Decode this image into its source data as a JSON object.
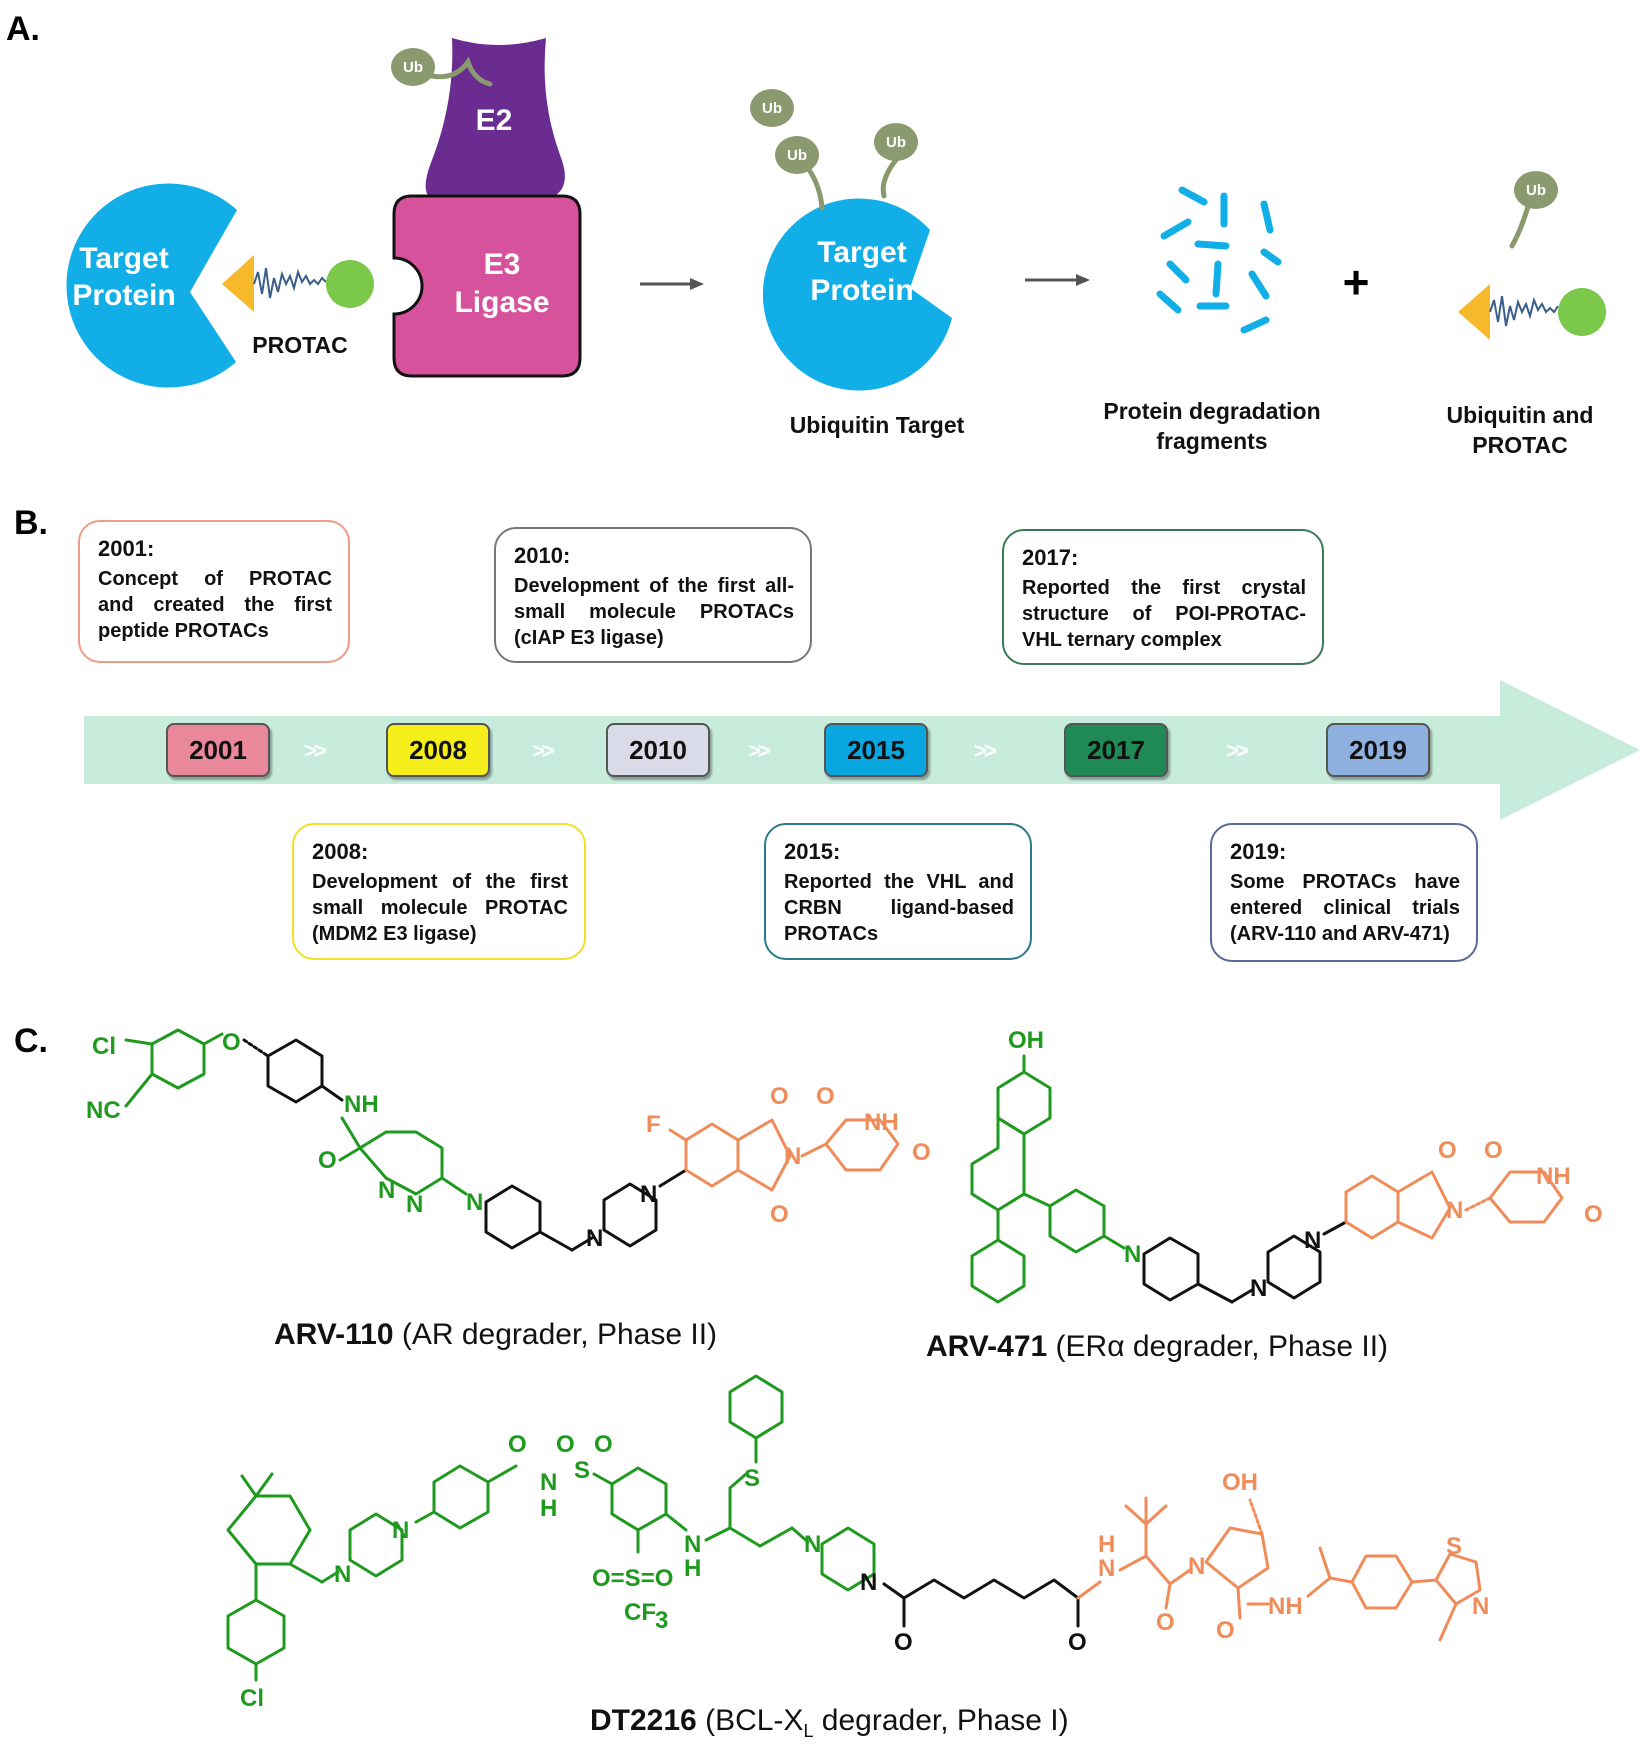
{
  "panels": {
    "a": "A.",
    "b": "B.",
    "c": "C."
  },
  "mechanism": {
    "target_protein": [
      "Target",
      "Protein"
    ],
    "protac_label": "PROTAC",
    "e2_label": "E2",
    "e3_label": [
      "E3",
      "Ligase"
    ],
    "ub": "Ub",
    "plus": "+",
    "ubiquitin_target": "Ubiquitin Target",
    "fragments_label": [
      "Protein degradation",
      "fragments"
    ],
    "ubiquitin_protac_label": [
      "Ubiquitin and",
      "PROTAC"
    ],
    "colors": {
      "target": "#12aee8",
      "e3": "#d6529c",
      "e2": "#6b2c91",
      "ub": "#8a9a6e",
      "warhead": "#f7b92c",
      "ligand": "#7cc84a",
      "fragment": "#12aee8"
    }
  },
  "timeline": {
    "years": [
      {
        "label": "2001",
        "color": "#e8889a"
      },
      {
        "label": "2008",
        "color": "#f5ee1a"
      },
      {
        "label": "2010",
        "color": "#d9dce8"
      },
      {
        "label": "2015",
        "color": "#0aa6e0"
      },
      {
        "label": "2017",
        "color": "#1f8a55"
      },
      {
        "label": "2019",
        "color": "#8eb0df"
      }
    ],
    "separator": ">>",
    "arrow_color": "#c8ecdc",
    "events": [
      {
        "year": "2001:",
        "text": "Concept of PROTAC and created the first peptide PROTACs",
        "border": "#ef9a8a"
      },
      {
        "year": "2010:",
        "text": "Development of the first all-small molecule PROTACs (cIAP E3 ligase)",
        "border": "#777777"
      },
      {
        "year": "2017:",
        "text": "Reported the first crystal structure of POI-PROTAC-VHL ternary complex",
        "border": "#3a7a55"
      },
      {
        "year": "2008:",
        "text": "Development of the first small molecule PROTAC (MDM2 E3 ligase)",
        "border": "#f0e02a"
      },
      {
        "year": "2015:",
        "text": "Reported the VHL and CRBN ligand-based PROTACs",
        "border": "#2a7a8a"
      },
      {
        "year": "2019:",
        "text": "Some PROTACs have entered clinical trials (ARV-110 and ARV-471)",
        "border": "#5a6a9a"
      }
    ]
  },
  "compounds": [
    {
      "name": "ARV-110",
      "desc": "(AR degrader, Phase II)"
    },
    {
      "name": "ARV-471",
      "desc": "(ERα degrader, Phase II)"
    },
    {
      "name": "DT2216",
      "desc_pre": "(BCL-X",
      "desc_sub": "L",
      "desc_post": " degrader, Phase I)"
    }
  ],
  "atoms": {
    "cl": "Cl",
    "nc": "NC",
    "o": "O",
    "nh": "NH",
    "n": "N",
    "f": "F",
    "oh": "OH",
    "h": "H",
    "s": "S",
    "cf3": "CF",
    "three": "3",
    "oso": "O=S=O"
  }
}
